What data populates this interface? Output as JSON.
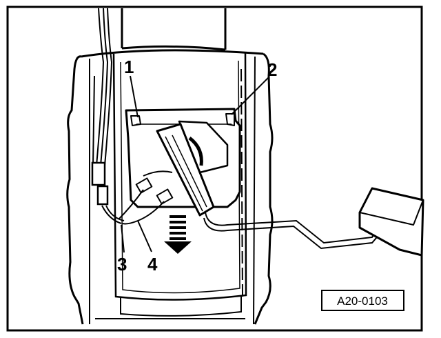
{
  "callouts": {
    "c1": "1",
    "c2": "2",
    "c3": "3",
    "c4": "4"
  },
  "figure_ref": "A20-0103",
  "colors": {
    "ink": "#000000",
    "paper": "#ffffff"
  }
}
